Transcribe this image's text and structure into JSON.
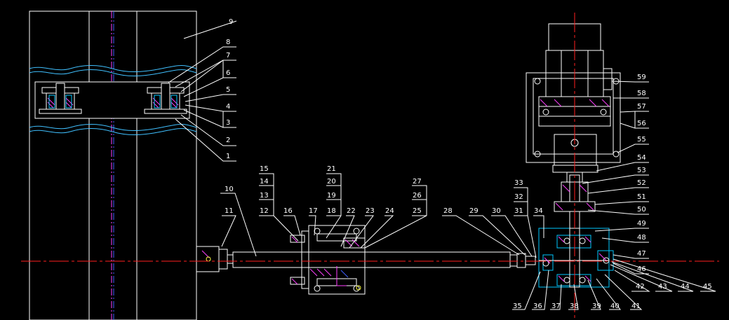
{
  "drawing": {
    "colors": {
      "background": "#000000",
      "outline": "#ffffff",
      "centerline": "#ff2020",
      "hidden": "#ff40ff",
      "hatch": "#ff40ff",
      "housing": "#00c8ff",
      "rail": "#40c0ff",
      "highlight": "#ffff40"
    },
    "part_numbers": [
      "1",
      "2",
      "3",
      "4",
      "5",
      "6",
      "7",
      "8",
      "9",
      "10",
      "11",
      "12",
      "13",
      "14",
      "15",
      "16",
      "17",
      "18",
      "19",
      "20",
      "21",
      "22",
      "23",
      "24",
      "25",
      "26",
      "27",
      "28",
      "29",
      "30",
      "31",
      "32",
      "33",
      "34",
      "35",
      "36",
      "37",
      "38",
      "39",
      "40",
      "41",
      "42",
      "43",
      "44",
      "45",
      "46",
      "47",
      "48",
      "49",
      "50",
      "51",
      "52",
      "53",
      "54",
      "55",
      "56",
      "57",
      "58",
      "59"
    ]
  }
}
